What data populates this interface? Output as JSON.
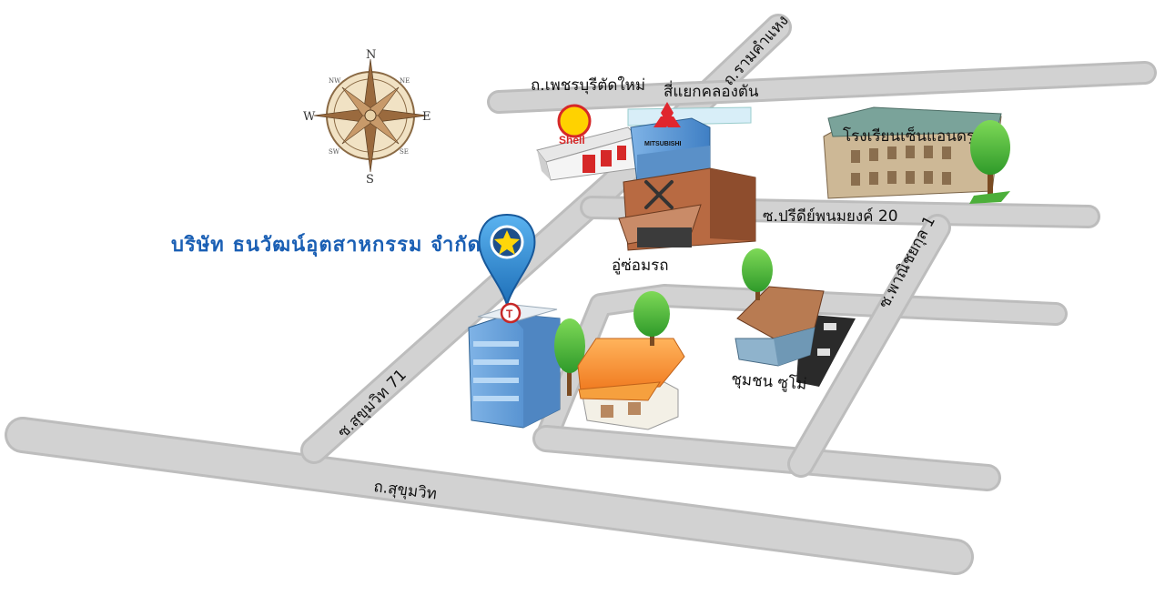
{
  "company_name": "บริษัท ธนวัฒน์อุตสาหกรรม จำกัด",
  "marker_logo_letter": "T",
  "roads": {
    "sukhumvit": "ถ.สุขุมวิท",
    "sukhumvit_71": "ซ.สุขุมวิท 71",
    "phetchaburi": "ถ.เพชรบุรีตัดใหม่",
    "ramkhamhaeng": "ถ.รามคำแหง",
    "pridi_20": "ซ.ปรีดีย์พนมยงค์ 20",
    "phanit_1": "ซ.พาณิชยกุล 1"
  },
  "landmarks": {
    "intersection": "สี่แยกคลองตัน",
    "school": "โรงเรียนเซ็นแอนดรูว์",
    "garage": "อู่ซ่อมรถ",
    "community": "ชุมชน ซูโม่",
    "shell": "Shell",
    "mitsubishi": "MITSUBISHI"
  },
  "compass": {
    "n": "N",
    "s": "S",
    "e": "E",
    "w": "W",
    "ne": "NE",
    "nw": "NW",
    "se": "SE",
    "sw": "SW"
  },
  "colors": {
    "road": "#cfcfcf",
    "road_edge": "#b9b9b9",
    "marker": "#2f8fdc",
    "company_text": "#1a5fb4",
    "tree": "#4caf3a"
  }
}
